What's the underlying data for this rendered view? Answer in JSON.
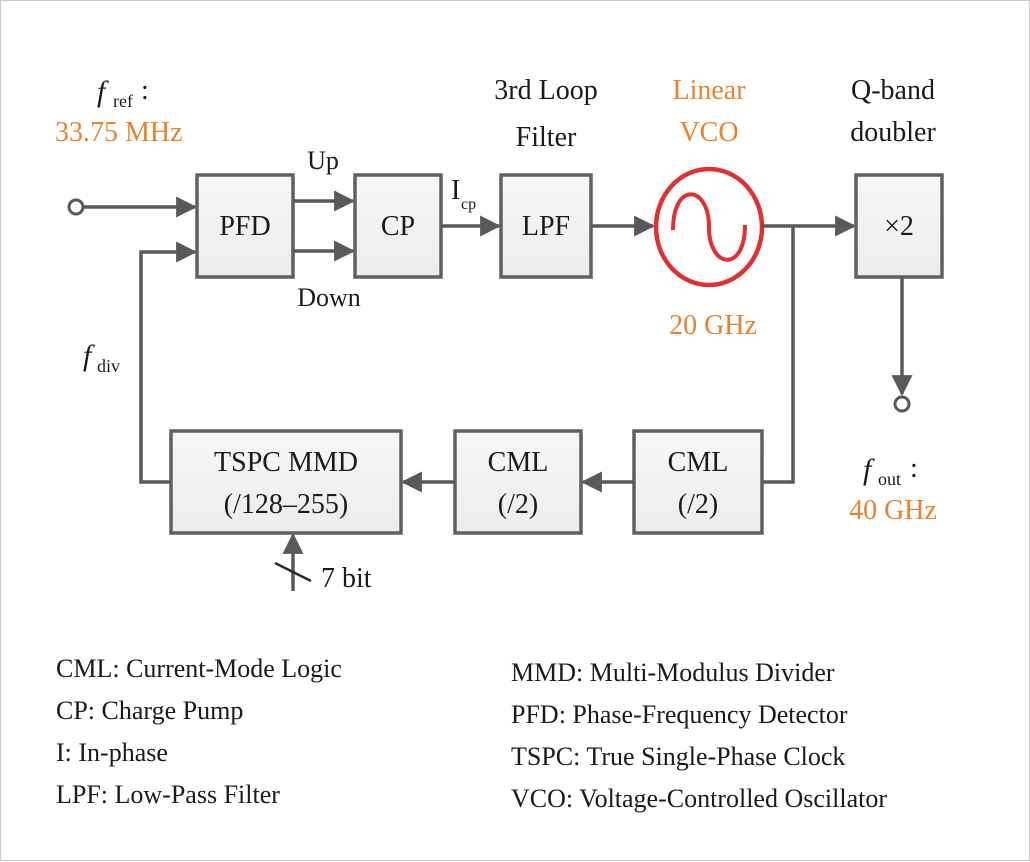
{
  "diagram": {
    "type": "PLL block diagram",
    "colors": {
      "accent_orange": "#e8822e",
      "vco_red": "#e03030",
      "wire_gray": "#58595b",
      "box_fill": "#f2f2f2"
    },
    "input": {
      "symbol": "f",
      "subscript": "ref",
      "suffix": ":",
      "value": "33.75 MHz"
    },
    "blocks": {
      "pfd": {
        "label": "PFD"
      },
      "cp": {
        "label": "CP"
      },
      "lpf": {
        "label": "LPF",
        "caption_line1": "3rd Loop",
        "caption_line2": "Filter"
      },
      "vco": {
        "caption_line1": "Linear",
        "caption_line2": "VCO",
        "frequency": "20 GHz",
        "icon": "sine-wave-oscillator-icon"
      },
      "doubler": {
        "label": "×2",
        "caption_line1": "Q-band",
        "caption_line2": "doubler"
      },
      "cml1": {
        "line1": "CML",
        "line2": "(/2)"
      },
      "cml2": {
        "line1": "CML",
        "line2": "(/2)"
      },
      "mmd": {
        "line1": "TSPC MMD",
        "line2": "(/128–255)"
      }
    },
    "signals": {
      "up": "Up",
      "down": "Down",
      "icp_main": "I",
      "icp_sub": "cp",
      "fdiv_symbol": "f",
      "fdiv_sub": "div",
      "control_bits": "7 bit"
    },
    "output": {
      "symbol": "f",
      "subscript": "out",
      "suffix": ":",
      "value": "40 GHz"
    }
  },
  "legend": {
    "left": [
      "CML: Current-Mode Logic",
      "CP: Charge Pump",
      "I: In-phase",
      "LPF: Low-Pass Filter"
    ],
    "right": [
      "MMD: Multi-Modulus Divider",
      "PFD: Phase-Frequency Detector",
      "TSPC: True Single-Phase Clock",
      "VCO: Voltage-Controlled Oscillator"
    ]
  }
}
